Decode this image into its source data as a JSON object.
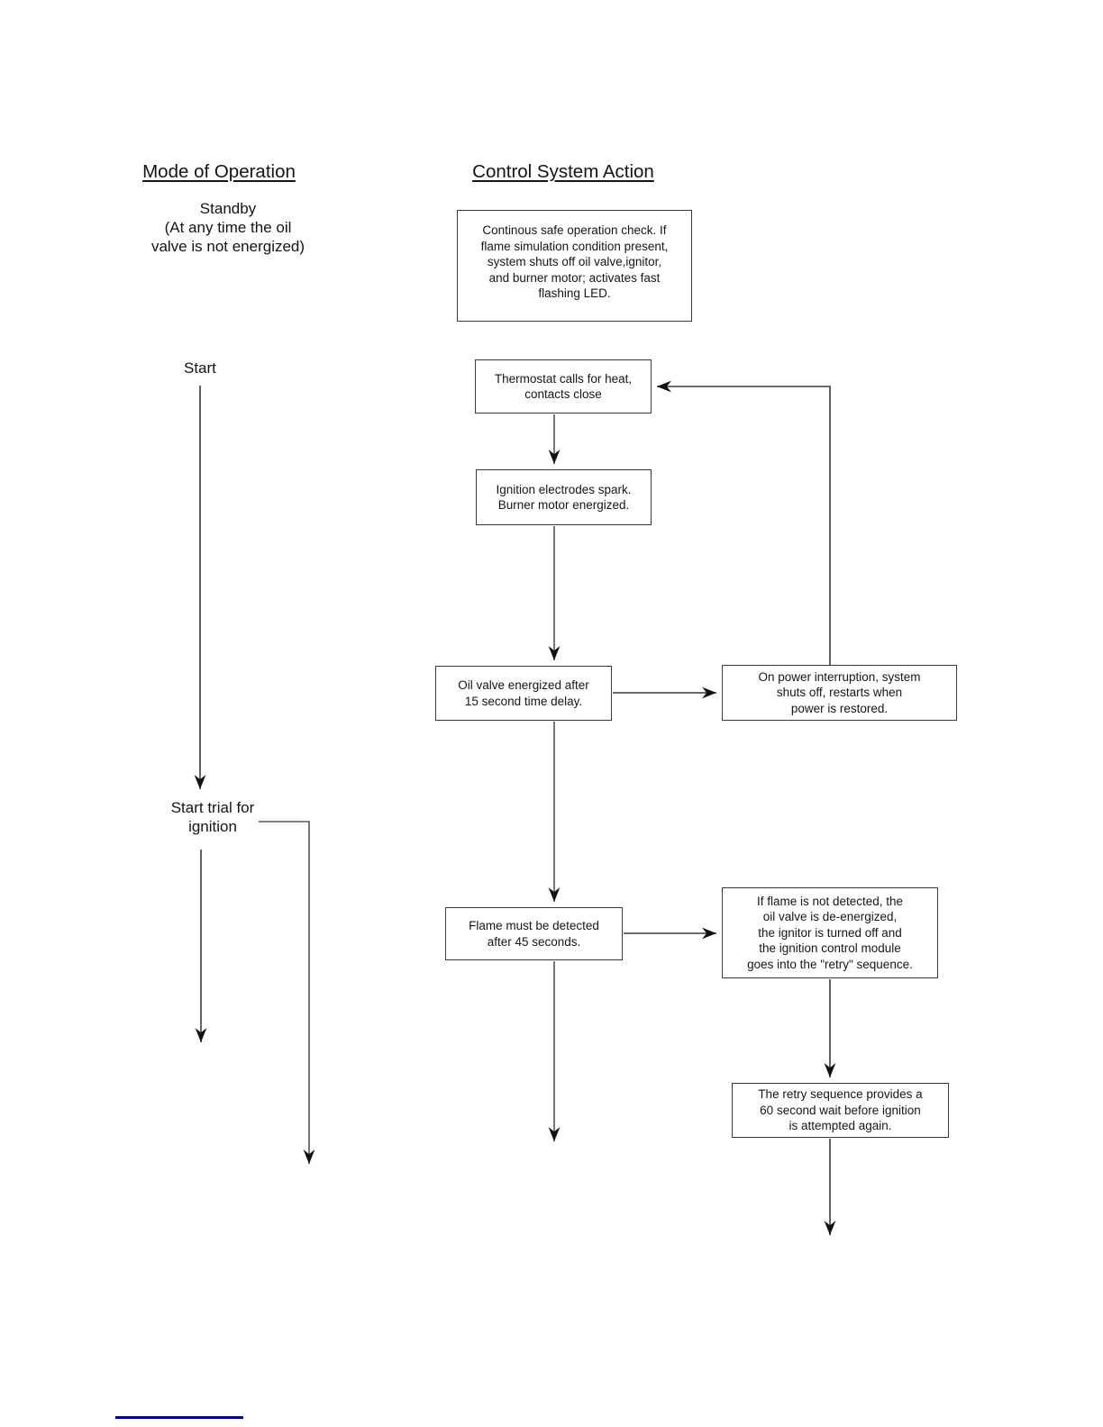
{
  "headers": {
    "mode_of_operation": "Mode of Operation",
    "control_system_action": "Control System Action"
  },
  "mode_labels": {
    "standby": "Standby\n(At any time the oil\nvalve is not energized)",
    "start": "Start",
    "start_trial": "Start trial for\nignition"
  },
  "action_boxes": {
    "safe_check": "Continous safe operation check. If\nflame simulation condition present,\nsystem shuts off oil valve,ignitor,\nand burner motor; activates fast\nflashing LED.",
    "thermostat": "Thermostat calls for heat,\ncontacts close",
    "ignition_spark": "Ignition electrodes spark.\nBurner motor energized.",
    "oil_valve": "Oil valve energized after\n15 second time delay.",
    "power_interruption": "On power interruption, system\nshuts off, restarts when\npower is restored.",
    "flame_detect": "Flame must be detected\nafter 45 seconds.",
    "flame_not_detected": "If flame is not detected, the\noil valve is de-energized,\nthe ignitor is turned off and\nthe ignition control module\ngoes into the \"retry\" sequence.",
    "retry_sequence": "The retry sequence provides a\n60 second wait before ignition\nis attempted again."
  },
  "colors": {
    "connector": "#3a3a3a",
    "arrowhead": "#111111",
    "link_underline": "#00008B"
  }
}
